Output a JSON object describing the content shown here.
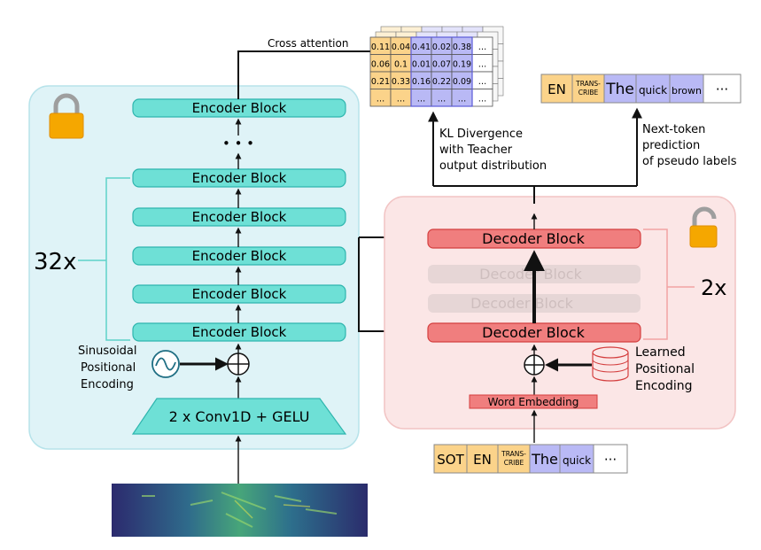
{
  "encoder": {
    "block_label": "Encoder Block",
    "ellipsis": "•   •   •",
    "repeat_label": "32x",
    "conv_label": "2 x Conv1D + GELU",
    "pos_enc": [
      "Sinusoidal",
      "Positional",
      "Encoding"
    ],
    "lock_state": "locked"
  },
  "decoder": {
    "block_label": "Decoder Block",
    "repeat_label": "2x",
    "word_embedding_label": "Word Embedding",
    "pos_enc": [
      "Learned",
      "Positional",
      "Encoding"
    ],
    "lock_state": "unlocked"
  },
  "annotations": {
    "cross_attention": "Cross attention",
    "kl": [
      "KL Divergence",
      "with Teacher",
      "output distribution"
    ],
    "next_token": [
      "Next-token",
      "prediction",
      "of pseudo labels"
    ]
  },
  "kl_matrix": {
    "rows": [
      [
        "0.11",
        "0.04",
        "0.41",
        "0.02",
        "0.38",
        "…"
      ],
      [
        "0.06",
        "0.1",
        "0.01",
        "0.07",
        "0.19",
        "…"
      ],
      [
        "0.21",
        "0.33",
        "0.16",
        "0.22",
        "0.09",
        "…"
      ],
      [
        "…",
        "…",
        "…",
        "…",
        "…",
        "…"
      ]
    ]
  },
  "input_tokens": [
    "SOT",
    "EN",
    "TRANS-\nCRIBE",
    "The",
    "quick",
    "···"
  ],
  "output_tokens": [
    "EN",
    "TRANS-\nCRIBE",
    "The",
    "quick",
    "brown",
    "···"
  ],
  "colors": {
    "encoder_bg": "#dff3f7",
    "encoder_border": "#b7e3ea",
    "encoder_block": "#6ee0d6",
    "encoder_block_border": "#2fb5ae",
    "decoder_bg": "#fbe6e6",
    "decoder_border": "#f2c4c4",
    "decoder_block": "#f07e7e",
    "decoder_block_border": "#d43f3f",
    "token_orange": "#fbd38a",
    "token_blue": "#b9b9f5",
    "lock_body": "#f5a700",
    "bracket_teal": "#5ed2c8",
    "bracket_red": "#f1a3a3"
  }
}
